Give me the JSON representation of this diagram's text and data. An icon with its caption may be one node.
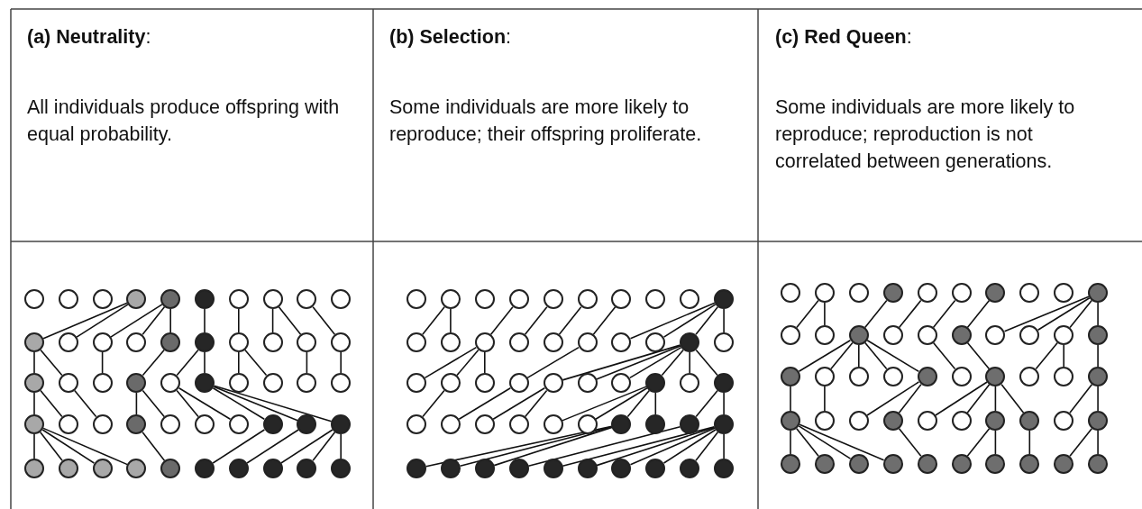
{
  "diagram": {
    "nodes": [
      {
        "text": [],
        "shape": "circle"
      },
      {
        "text": [],
        "shape": "circle"
      },
      {
        "text": [],
        "shape": "circle"
      },
      {
        "text": [],
        "shape": "circle"
      },
      {
        "text": [],
        "shape": "circle"
      },
      {
        "text": [],
        "shape": "circle"
      },
      {
        "text": [],
        "shape": "circle"
      },
      {
        "text": [],
        "shape": "circle"
      },
      {
        "text": [],
        "shape": "circle"
      },
      {
        "text": [],
        "shape": "circle"
      },
      {
        "text": [],
        "shape": "circle"
      },
      {
        "text": [],
        "shape": "circle"
      },
      {
        "text": [],
        "shape": "circle"
      },
      {
        "text": [],
        "shape": "circle"
      },
      {
        "text": [],
        "shape": "circle"
      },
      {
        "text": [],
        "shape": "circle"
      },
      {
        "text": [],
        "shape": "circle"
      },
      {
        "text": [],
        "shape": "circle"
      },
      {
        "text": [],
        "shape": "circle"
      },
      {
        "text": [],
        "shape": "circle"
      },
      {
        "text": [],
        "shape": "circle"
      },
      {
        "text": [],
        "shape": "circle"
      },
      {
        "text": [],
        "shape": "circle"
      },
      {
        "text": [],
        "shape": "circle"
      },
      {
        "text": [],
        "shape": "circle"
      },
      {
        "text": [],
        "shape": "circle"
      },
      {
        "text": [],
        "shape": "circle"
      },
      {
        "text": [],
        "shape": "circle"
      },
      {
        "text": [],
        "shape": "circle"
      },
      {
        "text": [],
        "shape": "circle"
      },
      {
        "text": [],
        "shape": "circle"
      },
      {
        "text": [],
        "shape": "circle"
      },
      {
        "text": [],
        "shape": "circle"
      },
      {
        "text": [],
        "shape": "circle"
      },
      {
        "text": [],
        "shape": "circle"
      },
      {
        "text": [],
        "shape": "circle"
      },
      {
        "text": [],
        "shape": "circle"
      },
      {
        "text": [],
        "shape": "circle"
      },
      {
        "text": [],
        "shape": "circle"
      },
      {
        "text": [],
        "shape": "circle"
      },
      {
        "text": [],
        "shape": "circle"
      },
      {
        "text": [],
        "shape": "circle"
      },
      {
        "text": [],
        "shape": "circle"
      },
      {
        "text": [],
        "shape": "circle"
      },
      {
        "text": [],
        "shape": "circle"
      },
      {
        "text": [],
        "shape": "circle"
      },
      {
        "text": [],
        "shape": "circle"
      },
      {
        "text": [],
        "shape": "circle"
      },
      {
        "text": [],
        "shape": "circle"
      },
      {
        "text": [],
        "shape": "circle"
      },
      {
        "text": [],
        "shape": "circle"
      },
      {
        "text": [],
        "shape": "circle"
      },
      {
        "text": [],
        "shape": "circle"
      },
      {
        "text": [],
        "shape": "circle"
      },
      {
        "text": [],
        "shape": "circle"
      },
      {
        "text": [],
        "shape": "circle"
      },
      {
        "text": [],
        "shape": "circle"
      },
      {
        "text": [],
        "shape": "circle"
      },
      {
        "text": [],
        "shape": "circle"
      },
      {
        "text": [],
        "shape": "circle"
      },
      {
        "text": [],
        "shape": "circle"
      },
      {
        "text": [],
        "shape": "circle"
      },
      {
        "text": [],
        "shape": "circle"
      },
      {
        "text": [],
        "shape": "circle"
      },
      {
        "text": [],
        "shape": "circle"
      },
      {
        "text": [],
        "shape": "circle"
      },
      {
        "text": [],
        "shape": "circle"
      },
      {
        "text": [],
        "shape": "circle"
      },
      {
        "text": [],
        "shape": "circle"
      },
      {
        "text": [],
        "shape": "circle"
      },
      {
        "text": [],
        "shape": "circle"
      },
      {
        "text": [],
        "shape": "circle"
      },
      {
        "text": [],
        "shape": "circle"
      },
      {
        "text": [],
        "shape": "circle"
      },
      {
        "text": [],
        "shape": "circle"
      },
      {
        "text": [],
        "shape": "circle"
      },
      {
        "text": [],
        "shape": "circle"
      },
      {
        "text": [],
        "shape": "circle"
      },
      {
        "text": [],
        "shape": "circle"
      },
      {
        "text": [],
        "shape": "circle"
      },
      {
        "text": [],
        "shape": "circle"
      },
      {
        "text": [],
        "shape": "circle"
      },
      {
        "text": [],
        "shape": "circle"
      },
      {
        "text": [],
        "shape": "circle"
      },
      {
        "text": [],
        "shape": "circle"
      },
      {
        "text": [],
        "shape": "circle"
      },
      {
        "text": [],
        "shape": "circle"
      },
      {
        "text": [],
        "shape": "circle"
      },
      {
        "text": [],
        "shape": "circle"
      },
      {
        "text": [],
        "shape": "circle"
      },
      {
        "text": [],
        "shape": "circle"
      },
      {
        "text": [],
        "shape": "circle"
      },
      {
        "text": [],
        "shape": "circle"
      },
      {
        "text": [],
        "shape": "circle"
      },
      {
        "text": [],
        "shape": "circle"
      },
      {
        "text": [],
        "shape": "circle"
      },
      {
        "text": [],
        "shape": "circle"
      },
      {
        "text": [],
        "shape": "circle"
      },
      {
        "text": [],
        "shape": "circle"
      },
      {
        "text": [],
        "shape": "circle"
      },
      {
        "text": [],
        "shape": "circle"
      },
      {
        "text": [],
        "shape": "circle"
      },
      {
        "text": [],
        "shape": "circle"
      },
      {
        "text": [],
        "shape": "circle"
      },
      {
        "text": [],
        "shape": "circle"
      },
      {
        "text": [],
        "shape": "circle"
      },
      {
        "text": [],
        "shape": "circle"
      },
      {
        "text": [],
        "shape": "circle"
      },
      {
        "text": [],
        "shape": "circle"
      },
      {
        "text": [],
        "shape": "circle"
      },
      {
        "text": [],
        "shape": "circle"
      },
      {
        "text": [],
        "shape": "circle"
      },
      {
        "text": [],
        "shape": "circle"
      },
      {
        "text": [],
        "shape": "circle"
      },
      {
        "text": [],
        "shape": "circle"
      },
      {
        "text": [],
        "shape": "circle"
      },
      {
        "text": [],
        "shape": "circle"
      },
      {
        "text": [],
        "shape": "circle"
      },
      {
        "text": [],
        "shape": "circle"
      },
      {
        "text": [],
        "shape": "circle"
      },
      {
        "text": [],
        "shape": "circle"
      },
      {
        "text": [],
        "shape": "circle"
      },
      {
        "text": [],
        "shape": "circle"
      },
      {
        "text": [],
        "shape": "circle"
      },
      {
        "text": [],
        "shape": "circle"
      },
      {
        "text": [],
        "shape": "circle"
      },
      {
        "text": [],
        "shape": "circle"
      },
      {
        "text": [],
        "shape": "circle"
      },
      {
        "text": [],
        "shape": "circle"
      },
      {
        "text": [],
        "shape": "circle"
      },
      {
        "text": [],
        "shape": "circle"
      },
      {
        "text": [],
        "shape": "circle"
      },
      {
        "text": [],
        "shape": "circle"
      },
      {
        "text": [],
        "shape": "circle"
      },
      {
        "text": [],
        "shape": "circle"
      },
      {
        "text": [],
        "shape": "circle"
      },
      {
        "text": [],
        "shape": "circle"
      },
      {
        "text": [],
        "shape": "circle"
      },
      {
        "text": [],
        "shape": "circle"
      },
      {
        "text": [],
        "shape": "circle"
      },
      {
        "text": [],
        "shape": "circle"
      },
      {
        "text": [],
        "shape": "circle"
      },
      {
        "text": [],
        "shape": "circle"
      },
      {
        "text": [],
        "shape": "circle"
      },
      {
        "text": [],
        "shape": "circle"
      },
      {
        "text": [],
        "shape": "circle"
      },
      {
        "text": [],
        "shape": "circle"
      },
      {
        "text": [],
        "shape": "circle"
      },
      {
        "text": [],
        "shape": "circle"
      },
      {
        "text": [],
        "shape": "circle"
      }
    ],
    "edges": [
      {
        "from": 3,
        "to": 10,
        "arrow": "none"
      },
      {
        "from": 3,
        "to": 11,
        "arrow": "none"
      },
      {
        "from": 4,
        "to": 12,
        "arrow": "none"
      },
      {
        "from": 4,
        "to": 13,
        "arrow": "none"
      },
      {
        "from": 4,
        "to": 14,
        "arrow": "none"
      },
      {
        "from": 5,
        "to": 15,
        "arrow": "none"
      },
      {
        "from": 6,
        "to": 16,
        "arrow": "none"
      },
      {
        "from": 7,
        "to": 17,
        "arrow": "none"
      },
      {
        "from": 7,
        "to": 18,
        "arrow": "none"
      },
      {
        "from": 8,
        "to": 19,
        "arrow": "none"
      },
      {
        "from": 10,
        "to": 20,
        "arrow": "none"
      },
      {
        "from": 10,
        "to": 21,
        "arrow": "none"
      },
      {
        "from": 12,
        "to": 22,
        "arrow": "none"
      },
      {
        "from": 14,
        "to": 23,
        "arrow": "none"
      },
      {
        "from": 15,
        "to": 24,
        "arrow": "none"
      },
      {
        "from": 15,
        "to": 25,
        "arrow": "none"
      },
      {
        "from": 16,
        "to": 26,
        "arrow": "none"
      },
      {
        "from": 16,
        "to": 27,
        "arrow": "none"
      },
      {
        "from": 18,
        "to": 28,
        "arrow": "none"
      },
      {
        "from": 19,
        "to": 29,
        "arrow": "none"
      },
      {
        "from": 20,
        "to": 30,
        "arrow": "none"
      },
      {
        "from": 20,
        "to": 31,
        "arrow": "none"
      },
      {
        "from": 21,
        "to": 32,
        "arrow": "none"
      },
      {
        "from": 23,
        "to": 33,
        "arrow": "none"
      },
      {
        "from": 23,
        "to": 34,
        "arrow": "none"
      },
      {
        "from": 24,
        "to": 35,
        "arrow": "none"
      },
      {
        "from": 24,
        "to": 36,
        "arrow": "none"
      },
      {
        "from": 25,
        "to": 37,
        "arrow": "none"
      },
      {
        "from": 25,
        "to": 38,
        "arrow": "none"
      },
      {
        "from": 25,
        "to": 39,
        "arrow": "none"
      },
      {
        "from": 30,
        "to": 40,
        "arrow": "none"
      },
      {
        "from": 30,
        "to": 41,
        "arrow": "none"
      },
      {
        "from": 30,
        "to": 42,
        "arrow": "none"
      },
      {
        "from": 30,
        "to": 43,
        "arrow": "none"
      },
      {
        "from": 33,
        "to": 44,
        "arrow": "none"
      },
      {
        "from": 37,
        "to": 45,
        "arrow": "none"
      },
      {
        "from": 38,
        "to": 46,
        "arrow": "none"
      },
      {
        "from": 39,
        "to": 47,
        "arrow": "none"
      },
      {
        "from": 39,
        "to": 48,
        "arrow": "none"
      },
      {
        "from": 39,
        "to": 49,
        "arrow": "none"
      },
      {
        "from": 51,
        "to": 60,
        "arrow": "none"
      },
      {
        "from": 51,
        "to": 61,
        "arrow": "none"
      },
      {
        "from": 53,
        "to": 62,
        "arrow": "none"
      },
      {
        "from": 54,
        "to": 63,
        "arrow": "none"
      },
      {
        "from": 55,
        "to": 64,
        "arrow": "none"
      },
      {
        "from": 56,
        "to": 65,
        "arrow": "none"
      },
      {
        "from": 59,
        "to": 66,
        "arrow": "none"
      },
      {
        "from": 59,
        "to": 67,
        "arrow": "none"
      },
      {
        "from": 59,
        "to": 68,
        "arrow": "none"
      },
      {
        "from": 59,
        "to": 69,
        "arrow": "none"
      },
      {
        "from": 62,
        "to": 70,
        "arrow": "none"
      },
      {
        "from": 62,
        "to": 71,
        "arrow": "none"
      },
      {
        "from": 62,
        "to": 72,
        "arrow": "none"
      },
      {
        "from": 65,
        "to": 73,
        "arrow": "none"
      },
      {
        "from": 68,
        "to": 74,
        "arrow": "none"
      },
      {
        "from": 68,
        "to": 75,
        "arrow": "none"
      },
      {
        "from": 68,
        "to": 76,
        "arrow": "none"
      },
      {
        "from": 68,
        "to": 77,
        "arrow": "none"
      },
      {
        "from": 68,
        "to": 78,
        "arrow": "none"
      },
      {
        "from": 68,
        "to": 79,
        "arrow": "none"
      },
      {
        "from": 71,
        "to": 80,
        "arrow": "none"
      },
      {
        "from": 73,
        "to": 81,
        "arrow": "none"
      },
      {
        "from": 74,
        "to": 82,
        "arrow": "none"
      },
      {
        "from": 74,
        "to": 83,
        "arrow": "none"
      },
      {
        "from": 77,
        "to": 84,
        "arrow": "none"
      },
      {
        "from": 77,
        "to": 85,
        "arrow": "none"
      },
      {
        "from": 77,
        "to": 86,
        "arrow": "none"
      },
      {
        "from": 77,
        "to": 87,
        "arrow": "none"
      },
      {
        "from": 79,
        "to": 88,
        "arrow": "none"
      },
      {
        "from": 79,
        "to": 89,
        "arrow": "none"
      },
      {
        "from": 86,
        "to": 90,
        "arrow": "none"
      },
      {
        "from": 86,
        "to": 91,
        "arrow": "none"
      },
      {
        "from": 86,
        "to": 92,
        "arrow": "none"
      },
      {
        "from": 88,
        "to": 93,
        "arrow": "none"
      },
      {
        "from": 89,
        "to": 94,
        "arrow": "none"
      },
      {
        "from": 89,
        "to": 95,
        "arrow": "none"
      },
      {
        "from": 89,
        "to": 96,
        "arrow": "none"
      },
      {
        "from": 89,
        "to": 97,
        "arrow": "none"
      },
      {
        "from": 89,
        "to": 98,
        "arrow": "none"
      },
      {
        "from": 89,
        "to": 99,
        "arrow": "none"
      },
      {
        "from": 101,
        "to": 110,
        "arrow": "none"
      },
      {
        "from": 101,
        "to": 111,
        "arrow": "none"
      },
      {
        "from": 103,
        "to": 112,
        "arrow": "none"
      },
      {
        "from": 104,
        "to": 113,
        "arrow": "none"
      },
      {
        "from": 105,
        "to": 114,
        "arrow": "none"
      },
      {
        "from": 106,
        "to": 115,
        "arrow": "none"
      },
      {
        "from": 109,
        "to": 116,
        "arrow": "none"
      },
      {
        "from": 109,
        "to": 117,
        "arrow": "none"
      },
      {
        "from": 109,
        "to": 118,
        "arrow": "none"
      },
      {
        "from": 109,
        "to": 119,
        "arrow": "none"
      },
      {
        "from": 112,
        "to": 120,
        "arrow": "none"
      },
      {
        "from": 112,
        "to": 121,
        "arrow": "none"
      },
      {
        "from": 112,
        "to": 122,
        "arrow": "none"
      },
      {
        "from": 112,
        "to": 123,
        "arrow": "none"
      },
      {
        "from": 112,
        "to": 124,
        "arrow": "none"
      },
      {
        "from": 114,
        "to": 125,
        "arrow": "none"
      },
      {
        "from": 115,
        "to": 126,
        "arrow": "none"
      },
      {
        "from": 118,
        "to": 127,
        "arrow": "none"
      },
      {
        "from": 118,
        "to": 128,
        "arrow": "none"
      },
      {
        "from": 119,
        "to": 129,
        "arrow": "none"
      },
      {
        "from": 120,
        "to": 130,
        "arrow": "none"
      },
      {
        "from": 121,
        "to": 131,
        "arrow": "none"
      },
      {
        "from": 124,
        "to": 132,
        "arrow": "none"
      },
      {
        "from": 124,
        "to": 133,
        "arrow": "none"
      },
      {
        "from": 126,
        "to": 134,
        "arrow": "none"
      },
      {
        "from": 126,
        "to": 135,
        "arrow": "none"
      },
      {
        "from": 126,
        "to": 136,
        "arrow": "none"
      },
      {
        "from": 126,
        "to": 137,
        "arrow": "none"
      },
      {
        "from": 129,
        "to": 138,
        "arrow": "none"
      },
      {
        "from": 129,
        "to": 139,
        "arrow": "none"
      },
      {
        "from": 130,
        "to": 140,
        "arrow": "none"
      },
      {
        "from": 130,
        "to": 141,
        "arrow": "none"
      },
      {
        "from": 130,
        "to": 142,
        "arrow": "none"
      },
      {
        "from": 130,
        "to": 143,
        "arrow": "none"
      },
      {
        "from": 133,
        "to": 144,
        "arrow": "none"
      },
      {
        "from": 136,
        "to": 145,
        "arrow": "none"
      },
      {
        "from": 136,
        "to": 146,
        "arrow": "none"
      },
      {
        "from": 137,
        "to": 147,
        "arrow": "none"
      },
      {
        "from": 139,
        "to": 148,
        "arrow": "none"
      },
      {
        "from": 139,
        "to": 149,
        "arrow": "none"
      }
    ],
    "labels": [
      "**(a) Neutrality**:",
      "**(b) Selection**:",
      "**(c) Red Queen**:",
      "All individuals produce offspring with equal probability.",
      "Some individuals are more likely to reproduce; their offspring proliferate.",
      "Some individuals are more likely to reproduce; reproduction is not correlated between generations."
    ]
  }
}
